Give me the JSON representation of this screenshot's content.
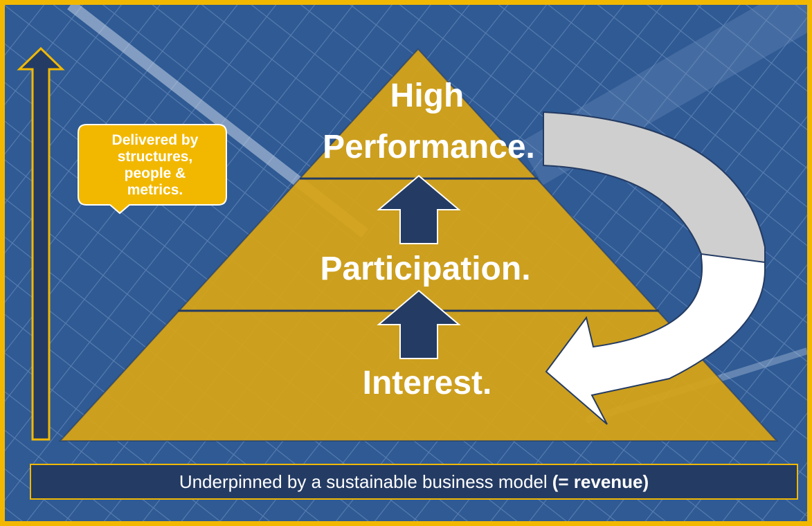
{
  "pyramid": {
    "levels": [
      {
        "line1": "High",
        "line2": "Performance."
      },
      {
        "label": "Participation."
      },
      {
        "label": "Interest."
      }
    ]
  },
  "callout": {
    "lines": [
      "Delivered by",
      "structures,",
      "people &",
      "metrics."
    ]
  },
  "footer": {
    "text": "Underpinned by a sustainable business model",
    "bold": "(= revenue)"
  },
  "colors": {
    "frame": "#f2b800",
    "background": "#2f5a94",
    "pyramid": "#d8a515",
    "navy": "#243b63",
    "white": "#ffffff",
    "grey": "#cfcfcf"
  },
  "icons": [
    "vertical-up-arrow-icon",
    "up-arrow-icon",
    "curved-arrow-icon"
  ]
}
